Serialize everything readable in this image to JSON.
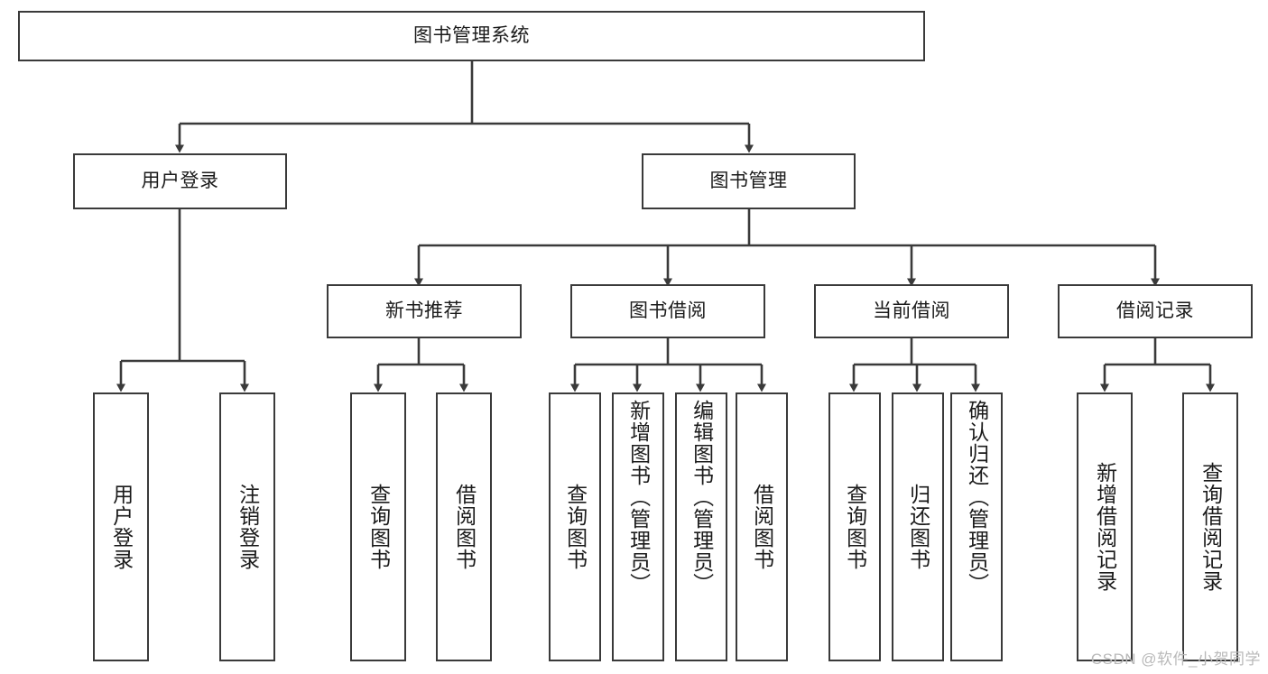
{
  "diagram": {
    "type": "tree",
    "title": "图书管理系统",
    "watermark": "CSDN @软件_小贺同学",
    "colors": {
      "stroke": "#3a3a3a",
      "fill": "#ffffff",
      "text": "#1b1b1b",
      "watermark": "#b9b9b9"
    },
    "nodes": {
      "root": {
        "label": "图书管理系统"
      },
      "level1": [
        {
          "id": "user-login",
          "label": "用户登录"
        },
        {
          "id": "book-manage",
          "label": "图书管理"
        }
      ],
      "level2": [
        {
          "id": "new-book-recommend",
          "label": "新书推荐"
        },
        {
          "id": "book-borrow",
          "label": "图书借阅"
        },
        {
          "id": "current-borrow",
          "label": "当前借阅"
        },
        {
          "id": "borrow-record",
          "label": "借阅记录"
        }
      ],
      "leaves": [
        {
          "id": "leaf-user-login",
          "label": "用户登录",
          "parent": "user-login"
        },
        {
          "id": "leaf-user-logout",
          "label": "注销登录",
          "parent": "user-login"
        },
        {
          "id": "leaf-query-book-1",
          "label": "查询图书",
          "parent": "new-book-recommend"
        },
        {
          "id": "leaf-borrow-book-1",
          "label": "借阅图书",
          "parent": "new-book-recommend"
        },
        {
          "id": "leaf-query-book-2",
          "label": "查询图书",
          "parent": "book-borrow"
        },
        {
          "id": "leaf-add-book",
          "label": "新增图书（管理员）",
          "parent": "book-borrow"
        },
        {
          "id": "leaf-edit-book",
          "label": "编辑图书（管理员）",
          "parent": "book-borrow"
        },
        {
          "id": "leaf-borrow-book-2",
          "label": "借阅图书",
          "parent": "book-borrow"
        },
        {
          "id": "leaf-query-book-3",
          "label": "查询图书",
          "parent": "current-borrow"
        },
        {
          "id": "leaf-return-book",
          "label": "归还图书",
          "parent": "current-borrow"
        },
        {
          "id": "leaf-confirm-return",
          "label": "确认归还（管理员）",
          "parent": "current-borrow"
        },
        {
          "id": "leaf-add-record",
          "label": "新增借阅记录",
          "parent": "borrow-record"
        },
        {
          "id": "leaf-query-record",
          "label": "查询借阅记录",
          "parent": "borrow-record"
        }
      ]
    }
  }
}
